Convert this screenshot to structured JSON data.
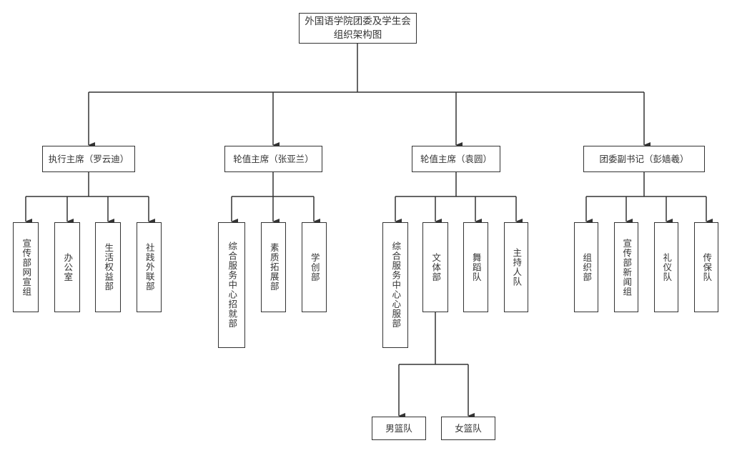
{
  "diagram": {
    "type": "org-chart",
    "colors": {
      "line": "#333333",
      "box_border": "#333333",
      "text": "#333333",
      "background": "#ffffff"
    },
    "root": {
      "label": "外国语学院团委及学生会\n组织架构图",
      "children": [
        {
          "label": "执行主席（罗云迪）",
          "children": [
            {
              "label": "宣传部网宣组"
            },
            {
              "label": "办公室"
            },
            {
              "label": "生活权益部"
            },
            {
              "label": "社践外联部"
            }
          ]
        },
        {
          "label": "轮值主席（张亚兰）",
          "children": [
            {
              "label": "综合服务中心招就部"
            },
            {
              "label": "素质拓展部"
            },
            {
              "label": "学创部"
            }
          ]
        },
        {
          "label": "轮值主席（袁圆）",
          "children": [
            {
              "label": "综合服务中心心服部"
            },
            {
              "label": "文体部",
              "children": [
                {
                  "label": "男篮队"
                },
                {
                  "label": "女篮队"
                }
              ]
            },
            {
              "label": "舞蹈队"
            },
            {
              "label": "主持人队"
            }
          ]
        },
        {
          "label": "团委副书记（彭嫱羲）",
          "children": [
            {
              "label": "组织部"
            },
            {
              "label": "宣传部新闻组"
            },
            {
              "label": "礼仪队"
            },
            {
              "label": "传保队"
            }
          ]
        }
      ]
    }
  }
}
